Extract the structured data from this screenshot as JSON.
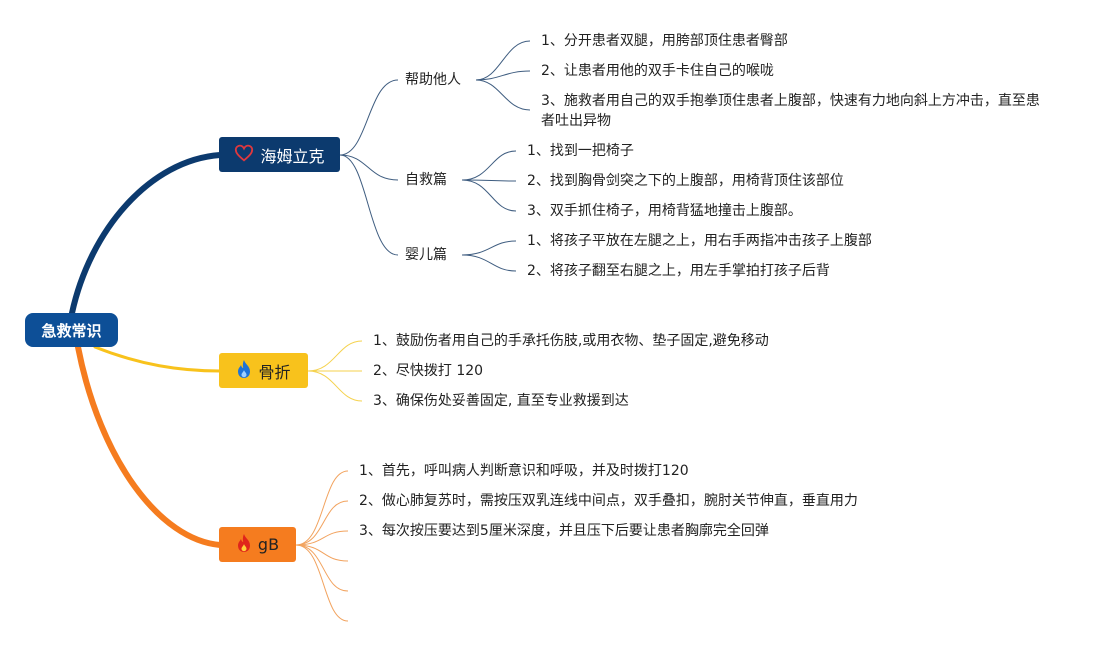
{
  "colors": {
    "navy": "#0c3a6e",
    "yellow": "#f8c21c",
    "orange": "#f57c1f",
    "root": "#0d4f97",
    "thinNavy": "#5a6e88",
    "thinYellow": "#f5d24e",
    "thinOrange": "#f2a35f"
  },
  "root": {
    "label": "急救常识"
  },
  "topics": {
    "heimlich": {
      "label": "海姆立克",
      "icon": "heart-outline-icon",
      "subs": {
        "help": {
          "label": "帮助他人",
          "items": [
            "1、分开患者双腿，用胯部顶住患者臀部",
            "2、让患者用他的双手卡住自己的喉咙",
            "3、施救者用自己的双手抱拳顶住患者上腹部，快速有力地向斜上方冲击，直至患者吐出异物"
          ]
        },
        "self": {
          "label": "自救篇",
          "items": [
            "1、找到一把椅子",
            "2、找到胸骨剑突之下的上腹部，用椅背顶住该部位",
            "3、双手抓住椅子，用椅背猛地撞击上腹部。"
          ]
        },
        "infant": {
          "label": "婴儿篇",
          "items": [
            "1、将孩子平放在左腿之上，用右手两指冲击孩子上腹部",
            "2、将孩子翻至右腿之上，用左手掌拍打孩子后背"
          ]
        }
      }
    },
    "fracture": {
      "label": "骨折",
      "icon": "flame-icon",
      "items": [
        "1、鼓励伤者用自己的手承托伤肢,或用衣物、垫子固定,避免移动",
        "2、尽快拨打 120",
        "3、确保伤处妥善固定, 直至专业救援到达"
      ]
    },
    "cpr": {
      "label": "gB",
      "icon": "flame-icon",
      "items": [
        "1、首先，呼叫病人判断意识和呼吸，并及时拨打120",
        "2、做心肺复苏时，需按压双乳连线中间点，双手叠扣，腕肘关节伸直，垂直用力",
        "3、每次按压要达到5厘米深度，并且压下后要让患者胸廓完全回弹"
      ]
    }
  }
}
